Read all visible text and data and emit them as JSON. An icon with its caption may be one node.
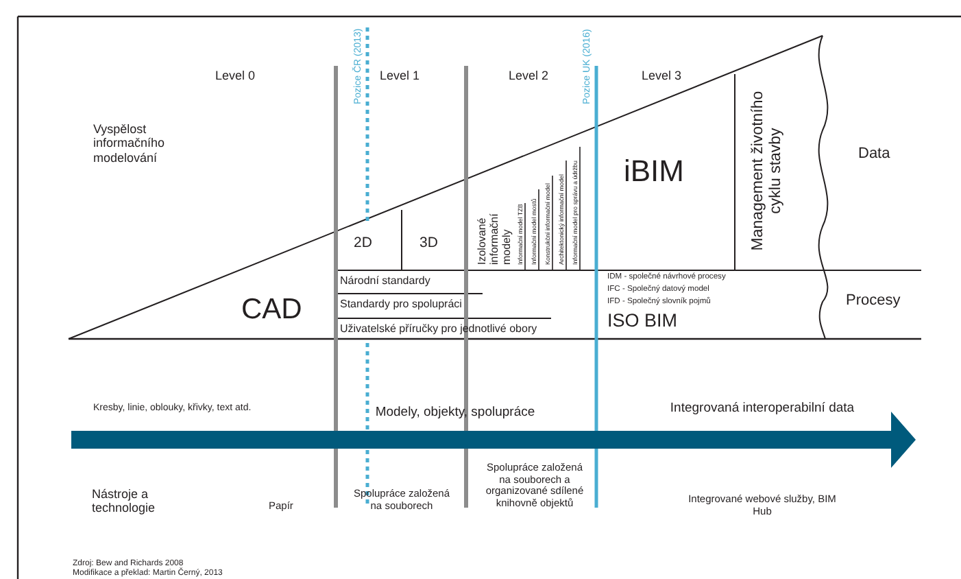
{
  "diagram": {
    "labels": [
      "Level 0",
      "Level 1",
      "Level 2",
      "Level 3",
      "Pozice ČR (2013)",
      "Pozice UK (2016)",
      "Vyspělost informačního modelování",
      "Izolované informační modely",
      "Informační model TZB",
      "Informační model mostů",
      "Konstrukční informační model",
      "Architektonický informační model",
      "Informační model pro správu a údržbu",
      "iBIM",
      "Management životního cyklu stavby",
      "Data",
      "2D",
      "3D",
      "CAD",
      "Národní standardy",
      "Standardy pro spolupráci",
      "Uživatelské příručky pro jednotlivé obory",
      "IDM - společné návrhové procesy",
      "IFC - Společný datový model",
      "IFD - Společný slovník pojmů",
      "ISO BIM",
      "Procesy",
      "Kresby, linie, oblouky, křivky, text atd.",
      "Modely, objekty, spolupráce",
      "Integrovaná interoperabilní data",
      "Nástroje a technologie",
      "Papír",
      "Spolupráce založená na souborech",
      "Spolupráce založená na souborech a organizované sdílené knihovně objektů",
      "Integrované webové služby, BIM Hub",
      "Zdroj: Bew and Richards 2008",
      "Modifikace a překlad: Martin Černý, 2013"
    ]
  }
}
